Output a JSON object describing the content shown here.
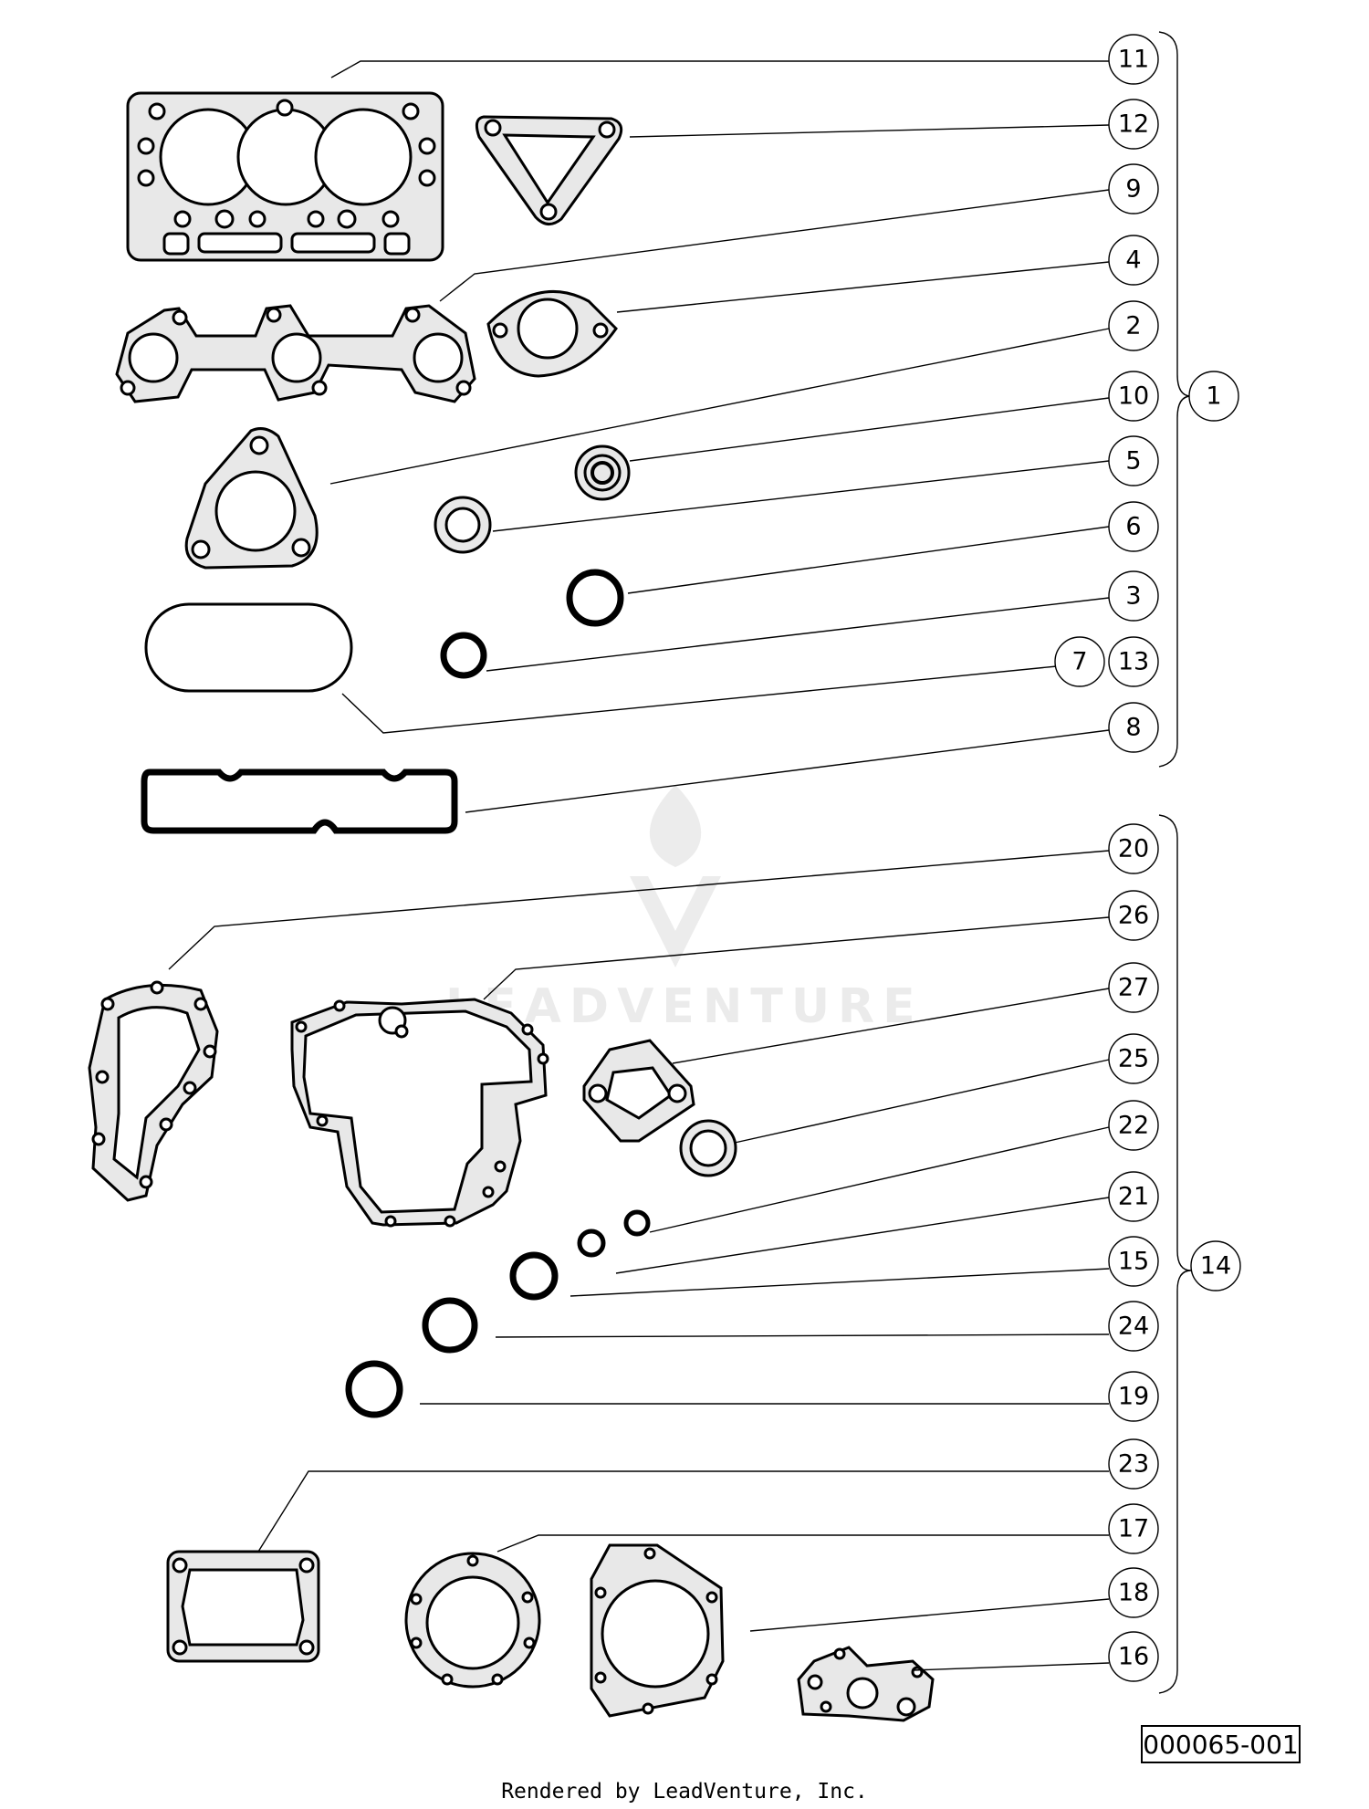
{
  "diagram": {
    "callouts": [
      {
        "id": "11",
        "label": "11"
      },
      {
        "id": "12",
        "label": "12"
      },
      {
        "id": "9",
        "label": "9"
      },
      {
        "id": "4",
        "label": "4"
      },
      {
        "id": "2",
        "label": "2"
      },
      {
        "id": "10",
        "label": "10"
      },
      {
        "id": "5",
        "label": "5"
      },
      {
        "id": "6",
        "label": "6"
      },
      {
        "id": "3",
        "label": "3"
      },
      {
        "id": "7",
        "label": "7"
      },
      {
        "id": "13",
        "label": "13"
      },
      {
        "id": "8",
        "label": "8"
      },
      {
        "id": "1",
        "label": "1"
      },
      {
        "id": "20",
        "label": "20"
      },
      {
        "id": "26",
        "label": "26"
      },
      {
        "id": "27",
        "label": "27"
      },
      {
        "id": "25",
        "label": "25"
      },
      {
        "id": "22",
        "label": "22"
      },
      {
        "id": "21",
        "label": "21"
      },
      {
        "id": "15",
        "label": "15"
      },
      {
        "id": "24",
        "label": "24"
      },
      {
        "id": "19",
        "label": "19"
      },
      {
        "id": "23",
        "label": "23"
      },
      {
        "id": "17",
        "label": "17"
      },
      {
        "id": "18",
        "label": "18"
      },
      {
        "id": "16",
        "label": "16"
      },
      {
        "id": "14",
        "label": "14"
      }
    ],
    "groups": [
      {
        "kit": "1",
        "items": [
          "11",
          "12",
          "9",
          "4",
          "2",
          "10",
          "5",
          "6",
          "3",
          "7",
          "13",
          "8"
        ]
      },
      {
        "kit": "14",
        "items": [
          "20",
          "26",
          "27",
          "25",
          "22",
          "21",
          "15",
          "24",
          "19",
          "23",
          "17",
          "18",
          "16"
        ]
      }
    ],
    "watermark": "LEADVENTURE",
    "reference_number": "000065-001"
  },
  "footer": {
    "text": "Rendered by LeadVenture, Inc."
  }
}
